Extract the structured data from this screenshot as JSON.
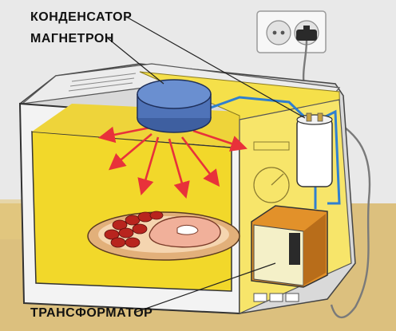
{
  "labels": {
    "capacitor": "КОНДЕНСАТОР",
    "magnetron": "МАГНЕТРОН",
    "transformer": "ТРАНСФОРМАТОР"
  },
  "colors": {
    "cavity_yellow": "#f2df2a",
    "body_white": "#f4f4f4",
    "wall_background": "#e8e8e8",
    "magnetron_blue": "#4f73b8",
    "wave_red": "#e8323a",
    "shelf_wood": "#d9b56a",
    "wire_blue": "#2f7fd0",
    "transformer_orange": "#e0902a"
  },
  "icons": [
    "power-socket-icon",
    "plug-icon"
  ]
}
